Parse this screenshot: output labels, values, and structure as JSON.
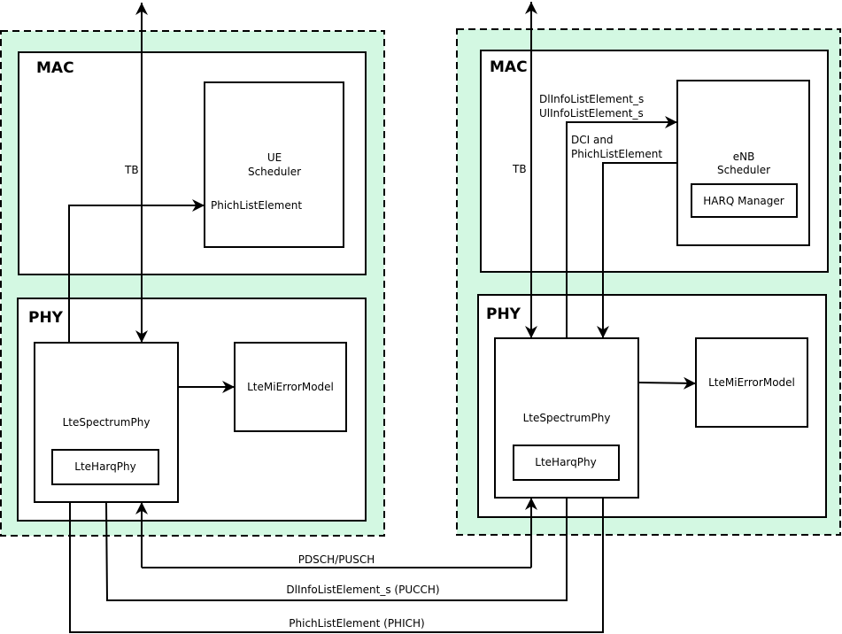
{
  "ue": {
    "mac_title": "MAC",
    "phy_title": "PHY",
    "scheduler_line1": "UE",
    "scheduler_line2": "Scheduler",
    "phich_label": "PhichListElement",
    "tb_label": "TB",
    "spectrum_phy": "LteSpectrumPhy",
    "harq_phy": "LteHarqPhy",
    "error_model": "LteMiErrorModel"
  },
  "enb": {
    "mac_title": "MAC",
    "phy_title": "PHY",
    "scheduler_line1": "eNB",
    "scheduler_line2": "Scheduler",
    "harq_manager": "HARQ Manager",
    "dl_info_label": "DlInfoListElement_s",
    "ul_info_label": "UlInfoListElement_s",
    "dci_label_line1": "DCI and",
    "dci_label_line2": "PhichListElement",
    "tb_label": "TB",
    "spectrum_phy": "LteSpectrumPhy",
    "harq_phy": "LteHarqPhy",
    "error_model": "LteMiErrorModel"
  },
  "links": {
    "pdsch_pusch": "PDSCH/PUSCH",
    "dl_info_pucch": "DlInfoListElement_s (PUCCH)",
    "phich": "PhichListElement (PHICH)"
  }
}
